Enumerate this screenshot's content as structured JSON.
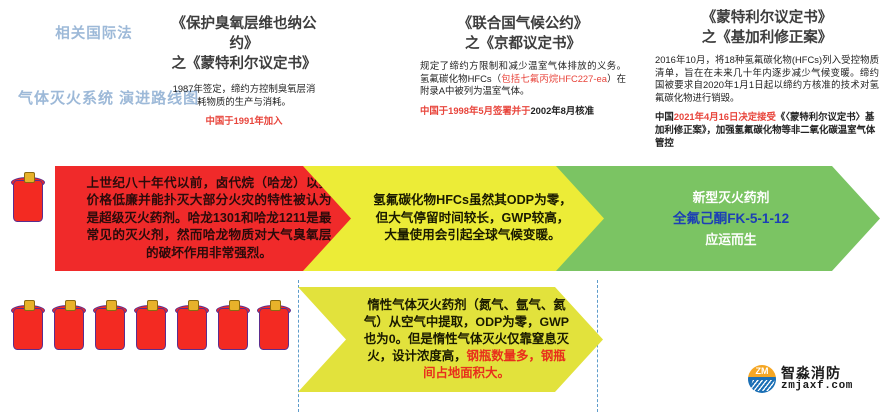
{
  "headings": {
    "law": "相关国际法",
    "title": "气体灭火系统\n演进路线图"
  },
  "treaties": [
    {
      "title": "《保护臭氧层维也纳公约》\n之《蒙特利尔议定书》",
      "body": "1987年签定，缔约方控制臭氧层消耗物质的生产与消耗。",
      "note": "中国于1991年加入"
    },
    {
      "title": "《联合国气候公约》\n之《京都议定书》",
      "body_1": "规定了缔约方限制和减少温室气体排放的义务。氢氟碳化物HFCs（",
      "body_hl": "包括七氟丙烷HFC227-ea",
      "body_2": "）在附录A中被列为温室气体。",
      "note_1": "中国于1998年5月签署并于",
      "note_dk": "2002年8月核准"
    },
    {
      "title": "《蒙特利尔议定书》\n之《基加利修正案》",
      "body": "2016年10月，将18种氢氟碳化物(HFCs)列入受控物质清单，旨在在未来几十年内逐步减少气候变暖。缔约国被要求自2020年1月1日起以缔约方核准的技术对氢氟碳化物进行销毁。",
      "note_1": "中国",
      "note_hl": "2021年4月16日决定接受",
      "note_2": "《〈蒙特利尔议定书〉基加利修正案》，加强氢氟碳化物等非二氧化碳温室气体管控"
    }
  ],
  "band": {
    "red": "上世纪八十年代以前，卤代烷（哈龙）以其价格低廉并能扑灭大部分火灾的特性被认为是超级灭火药剂。哈龙1301和哈龙1211是最常见的灭火剂，然而哈龙物质对大气臭氧层的破坏作用非常强烈。",
    "yellow": "氢氟碳化物HFCs虽然其ODP为零，但大气停留时间较长，GWP较高，大量使用会引起全球气候变暖。",
    "green_line1": "新型灭火药剂",
    "green_line2": "全氟己酮FK-5-1-12",
    "green_line3": "应运而生"
  },
  "lower_band": {
    "text_1": "惰性气体灭火药剂（氮气、氩气、氦气）从空气中提取，ODP为零，GWP也为0。但是惰性气体灭火仅靠窒息灭火，设计浓度高，",
    "text_red": "钢瓶数量多，钢瓶间占地面积大。"
  },
  "cylinders": {
    "top_row_count": 1,
    "bottom_row_count": 7
  },
  "logo": {
    "mark_text": "ZM",
    "name": "智淼消防",
    "url": "zmjaxf.com"
  },
  "colors": {
    "heading_blue": "#9db9d8",
    "red_band": "#f02a2a",
    "yellow_band": "#ecec37",
    "green_band": "#7bc463",
    "accent_red": "#e8453c",
    "accent_blue": "#1c3fb5",
    "cylinder_red": "#f32a22",
    "cylinder_valve": "#e8b22a",
    "dash_border": "#5e9ccb"
  }
}
